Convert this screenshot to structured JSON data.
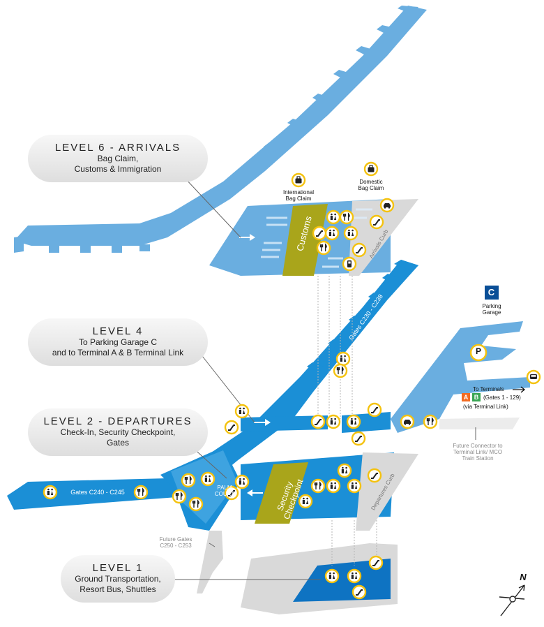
{
  "levels": [
    {
      "title": "LEVEL 6 - ARRIVALS",
      "subtitle": [
        "Bag Claim,",
        "Customs & Immigration"
      ]
    },
    {
      "title": "LEVEL 4",
      "subtitle": [
        "To Parking Garage C",
        "and to Terminal A & B Terminal Link"
      ]
    },
    {
      "title": "LEVEL 2 - DEPARTURES",
      "subtitle": [
        "Check-In, Security Checkpoint,",
        "Gates"
      ]
    },
    {
      "title": "LEVEL 1",
      "subtitle": [
        "Ground Transportation,",
        "Resort Bus, Shuttles"
      ]
    }
  ],
  "labels": {
    "intl_bag_claim": [
      "International",
      "Bag Claim"
    ],
    "domestic_bag_claim": [
      "Domestic",
      "Bag Claim"
    ],
    "customs": "Customs",
    "arrivals_curb": "Arrivals Curb",
    "gates_c230": "Gates C230 - C238",
    "parking_letter": "C",
    "parking_garage": [
      "Parking",
      "Garage"
    ],
    "parking_p": "P",
    "to_terminals": "To Terminals",
    "terminal_a": "A",
    "terminal_b": "B",
    "gates_1_129": "(Gates 1 - 129)",
    "via_terminal_link": "(via Terminal Link)",
    "future_connector": [
      "Future Connector to",
      "Terminal Link/ MCO",
      "Train Station"
    ],
    "gates_c240": "Gates C240 - C245",
    "palm_court": [
      "PALM",
      "COURT"
    ],
    "security": [
      "Security",
      "Checkpoint"
    ],
    "departures_curb": "Departures Curb",
    "future_gates": [
      "Future Gates",
      "C250 - C253"
    ],
    "north": "N"
  },
  "colors": {
    "arrivals_blue": "#6aaee0",
    "departures_blue": "#1b8fd6",
    "ground_blue": "#0e73c2",
    "customs_olive": "#a9a51b",
    "slab_grey": "#d9d9d9",
    "icon_yellow": "#f4c20f",
    "parking_navy": "#0a4f97",
    "terminal_a_orange": "#f26b21",
    "terminal_b_green": "#3aa655"
  },
  "icons": [
    "restroom-icon",
    "food-icon",
    "escalator-icon",
    "baggage-icon",
    "taxi-icon",
    "information-icon",
    "train-icon",
    "family-restroom-icon"
  ]
}
